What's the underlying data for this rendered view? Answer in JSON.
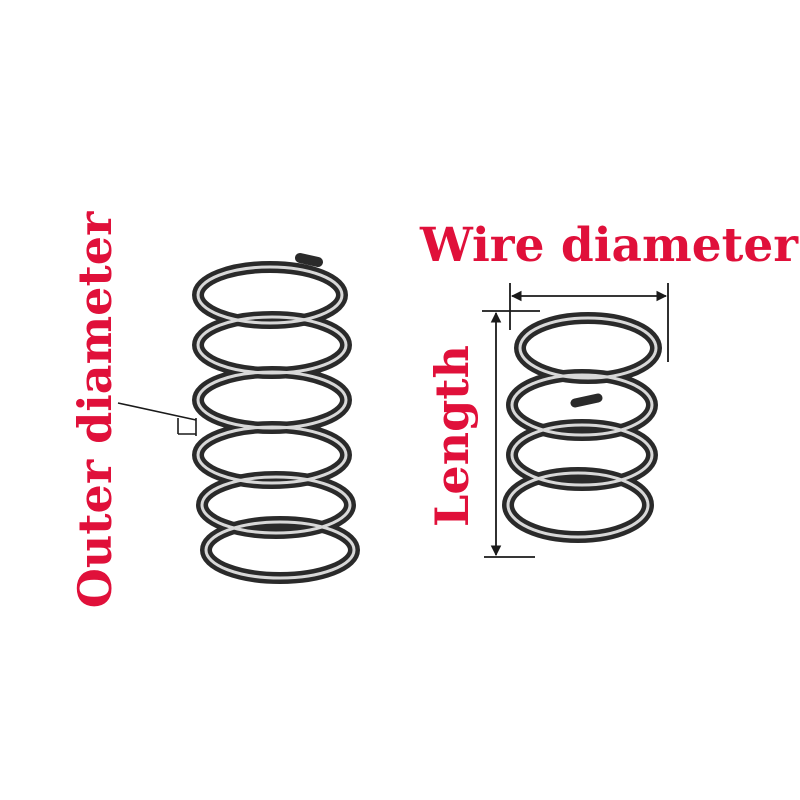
{
  "labels": {
    "outer_diameter": "Outer diameter",
    "wire_diameter": "Wire diameter",
    "length": "Length"
  },
  "colors": {
    "label": "#e0103a",
    "spring": "#2a2a2a",
    "spring_highlight": "#d8d8d8",
    "dimension_line": "#1a1a1a",
    "background": "#ffffff"
  }
}
